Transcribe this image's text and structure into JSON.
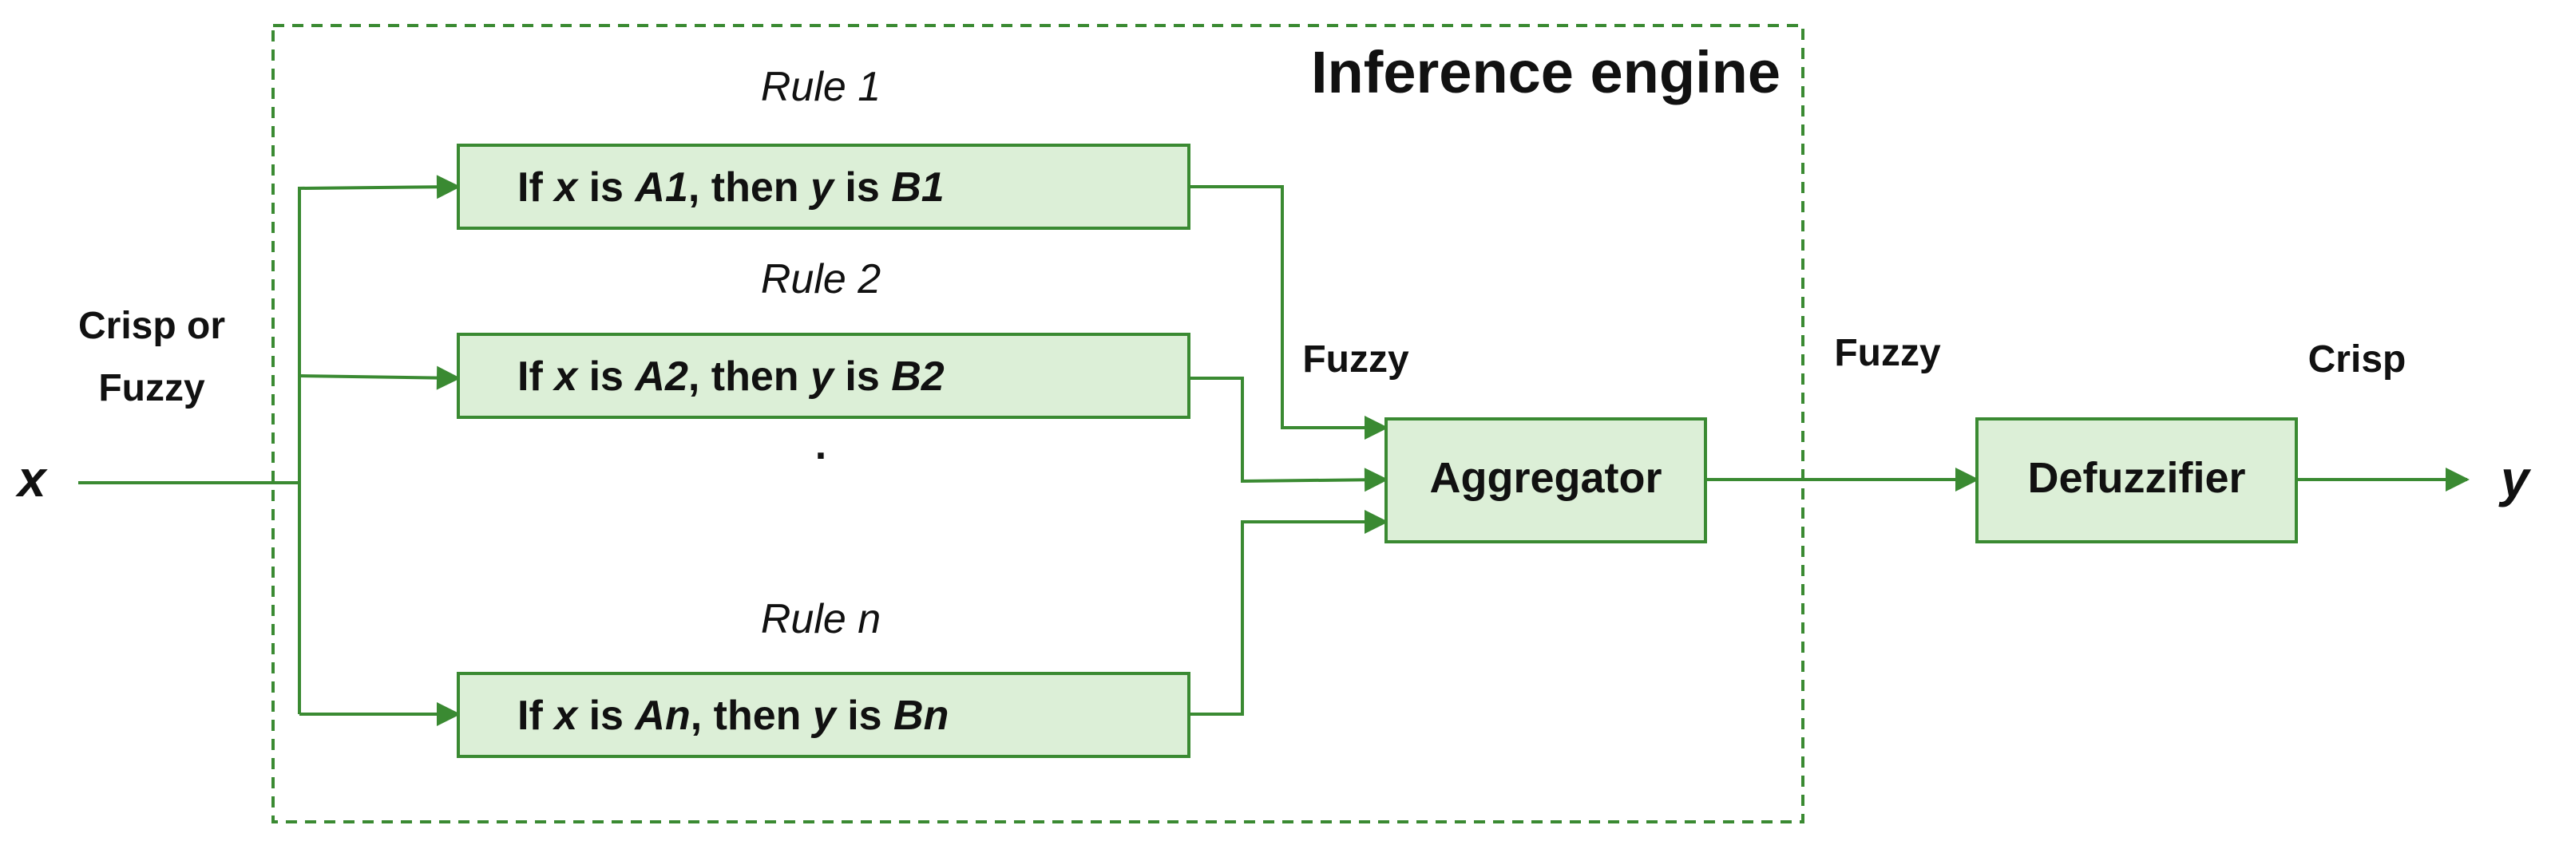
{
  "engine": {
    "title": "Inference engine"
  },
  "input": {
    "variable": "x",
    "type_label_line1": "Crisp or",
    "type_label_line2": "Fuzzy"
  },
  "rules": [
    {
      "label": "Rule 1",
      "p1": "If ",
      "x": "x",
      "p2": " is ",
      "a": "A1",
      "p3": ", then ",
      "y": "y",
      "p4": " is ",
      "b": "B1"
    },
    {
      "label": "Rule 2",
      "p1": "If ",
      "x": "x",
      "p2": " is ",
      "a": "A2",
      "p3": ", then ",
      "y": "y",
      "p4": " is ",
      "b": "B2"
    },
    {
      "label": "Rule n",
      "p1": "If ",
      "x": "x",
      "p2": " is ",
      "a": "An",
      "p3": ", then ",
      "y": "y",
      "p4": " is ",
      "b": "Bn"
    }
  ],
  "ellipsis": ".",
  "aggregator": {
    "label": "Aggregator",
    "input_label": "Fuzzy",
    "output_label": "Fuzzy"
  },
  "defuzzifier": {
    "label": "Defuzzifier",
    "output_label": "Crisp"
  },
  "output": {
    "variable": "y"
  },
  "colors": {
    "stroke": "#3a8a32",
    "fill": "#dcefd7"
  }
}
